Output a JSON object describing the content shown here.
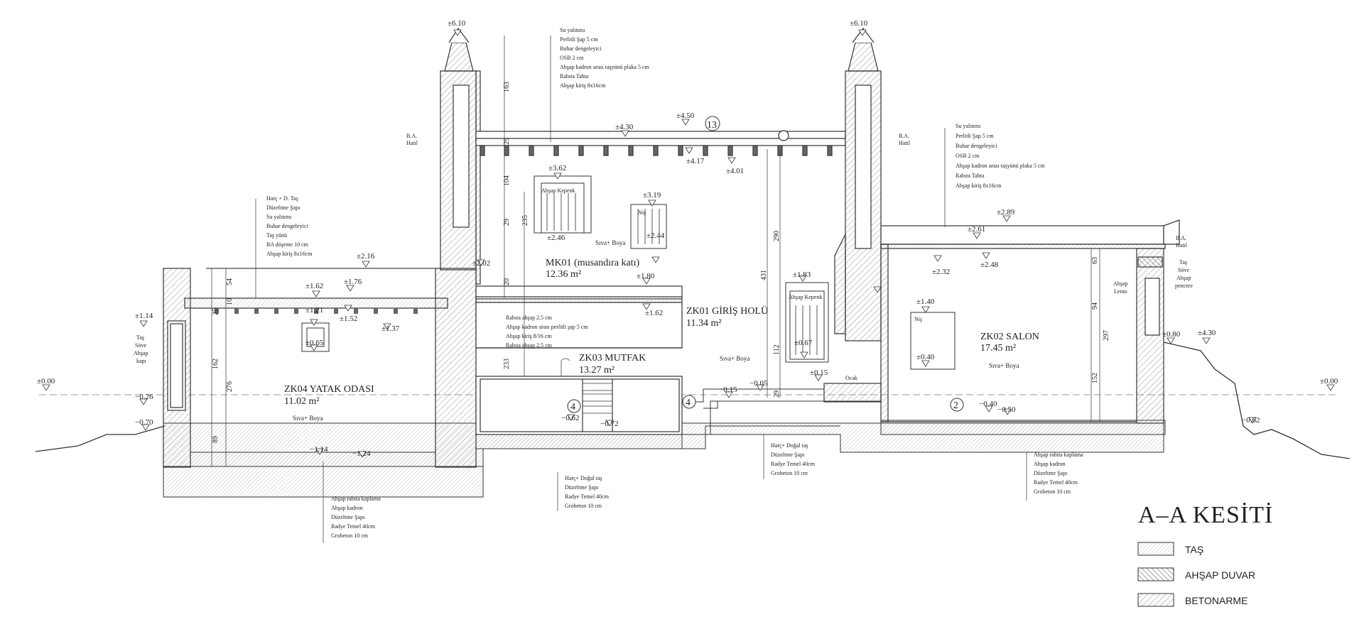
{
  "title": "A–A KESİTİ",
  "legend": [
    {
      "label": "TAŞ",
      "pattern": "stone"
    },
    {
      "label": "AHŞAP DUVAR",
      "pattern": "wood"
    },
    {
      "label": "BETONARME",
      "pattern": "concrete"
    }
  ],
  "rooms": {
    "zk04_name": "ZK04 YATAK ODASI",
    "zk04_area": "11.02 m²",
    "zk04_finish": "Sıva+ Boya",
    "mk01_name": "MK01 (musandıra katı)",
    "mk01_area": "12.36 m²",
    "mk01_finish": "Sıva+ Boya",
    "zk03_name": "ZK03 MUTFAK",
    "zk03_area": "13.27 m²",
    "zk01_name": "ZK01 GİRİŞ HOLÜ",
    "zk01_area": "11.34 m²",
    "zk01_finish": "Sıva+ Boya",
    "zk02_name": "ZK02 SALON",
    "zk02_area": "17.45 m²",
    "zk02_finish": "Sıva+ Boya"
  },
  "roof_layers": [
    "Su yalıtımı",
    "Perlitli Şap 5 cm",
    "Buhar dengeleyici",
    "OSB 2 cm",
    "Ahşap kadron arası taşyünü plaka  5 cm",
    "Rabıta Tahta",
    "Ahşap kiriş 8x16cm"
  ],
  "right_roof_layers": [
    "Su yalıtımı",
    "Perlitli Şap 5 cm",
    "Buhar dengeleyici",
    "OSB 2 cm",
    "Ahşap kadron arası taşyünü plaka  5 cm",
    "Rabıta Tahta",
    "Ahşap kiriş 8x16cm"
  ],
  "left_roof_layers": [
    "Harç + D. Taş",
    "Düzeltme Şapı",
    "Su yalıtımı",
    "Buhar dengeleyici",
    "Taş yünü",
    "BA döşeme 10 cm",
    "Ahşap kiriş 8x16cm"
  ],
  "floor_layers_left": [
    "Ahşap rabıta kaplama",
    "Ahşap kadron",
    "Düzeltme Şapı",
    "Radye Temel 40cm",
    "Grobeton 10 cm"
  ],
  "floor_layers_mid": [
    "Harç+ Doğal taş",
    "Düzeltme Şapı",
    "Radye Temel 40cm",
    "Grobeton 10 cm"
  ],
  "floor_layers_hall": [
    "Harç+ Doğal taş",
    "Düzeltme Şapı",
    "Radye Temel 40cm",
    "Grobeton 10 cm"
  ],
  "floor_layers_right": [
    "Ahşap rabıta kaplama",
    "Ahşap kadron",
    "Düzeltme Şapı",
    "Radye Temel 40cm",
    "Grobeton 10 cm"
  ],
  "mezz_layers": [
    "Rabıta ahşap 2.5 cm",
    "Ahşap kadron arası perlitli şap 5 cm",
    "Ahşap kiriş 8/16 cm",
    "Rabıta ahşap 2.5 cm"
  ],
  "labels": {
    "ba_hatil": "B.A.",
    "hatil": "Hatıl",
    "door_a": "Taş",
    "door_b": "Söve",
    "door_c": "Ahşap",
    "door_d": "kapı",
    "win_a": "Taş",
    "win_b": "Söve",
    "win_c": "Ahşap",
    "win_d": "pencere",
    "lento_a": "Ahşap",
    "lento_b": "Lento",
    "kepenk": "Ahşap Kepenk",
    "nis": "Niş",
    "ocak": "Ocak"
  },
  "elevations": {
    "e610a": "±6.10",
    "e610b": "±6.10",
    "e450": "±4.50",
    "e430": "±4.30",
    "e417": "±4.17",
    "e401": "±4.01",
    "e362": "±3.62",
    "e319": "±3.19",
    "e289": "±2.89",
    "e261": "±2.61",
    "e248": "±2.48",
    "e246": "±2.46",
    "e244": "±2.44",
    "e232": "±2.32",
    "e216": "±2.16",
    "e202": "±2.02",
    "e183": "±1.83",
    "e180": "±1.80",
    "e176": "±1.76",
    "e162": "±1.62",
    "e162b": "±1.62",
    "e152": "±1.52",
    "e140": "±1.40",
    "e137": "±1.37",
    "e121": "±1.21",
    "e114": "±1.14",
    "e080": "±0.80",
    "e0807": "±0.67",
    "e065": "±0.65",
    "e040": "±0.40",
    "e015": "±0.15",
    "e000a": "±0.00",
    "e000b": "±0.00",
    "em005": "−0.05",
    "em015": "−0.15",
    "em026": "−0.26",
    "em040": "−0.40",
    "em050": "−0.50",
    "em062": "−0.62",
    "em062b": "−0.62",
    "em070": "−0.70",
    "em072": "−0.72",
    "em114": "−1.14",
    "em124": "−1.24",
    "e430r": "±4.30"
  },
  "dims": {
    "d163": "163",
    "d29a": "29",
    "d104": "104",
    "d29b": "29",
    "d235": "235",
    "d20": "20",
    "d233": "233",
    "d290": "290",
    "d431": "431",
    "d112": "112",
    "d29c": "29",
    "d54": "54",
    "d10": "10",
    "d25": "25",
    "d162": "162",
    "d276": "276",
    "d89": "89",
    "d63": "63",
    "d94": "94",
    "d297": "297",
    "d152": "152"
  },
  "markers": {
    "m13": "13",
    "m4a": "4",
    "m4b": "4",
    "m2": "2"
  }
}
